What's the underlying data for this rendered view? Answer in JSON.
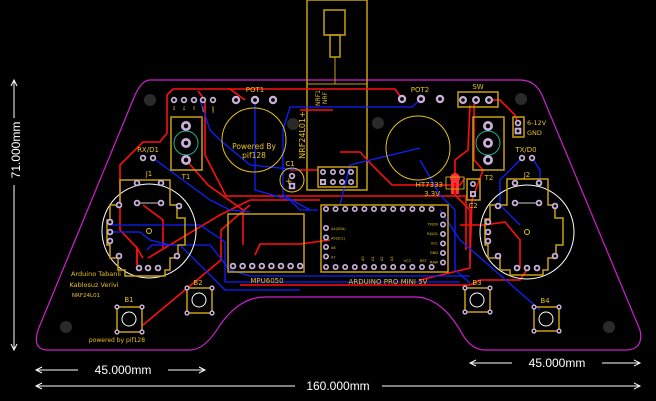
{
  "colors": {
    "background": "#000000",
    "outline": "#d020d0",
    "silkscreen": "#e8c020",
    "top_copper": "#ff1010",
    "bottom_copper": "#1020ff",
    "pad": "#c8b0d8",
    "dimension": "#ffffff",
    "courtyard": "#20b090"
  },
  "dimensions": {
    "height": "71.000mm",
    "left_width": "45.000mm",
    "right_width": "45.000mm",
    "total_width": "160.000mm"
  },
  "components": {
    "pot1": "POT1",
    "pot2": "POT2",
    "sw": "SW",
    "t1": "T1",
    "t2": "T2",
    "c1": "C1",
    "c2": "C2",
    "j1": "J1",
    "j2": "J2",
    "b1": "B1",
    "b2": "B2",
    "b3": "B3",
    "b4": "B4",
    "rx": "RX/D1",
    "tx": "TX/D0",
    "power_in": "6-12V",
    "gnd": "GND",
    "mpu": "MPU6050",
    "arduino": "ARDUINO PRO MINI 5V",
    "nrf_module": "NRF24L01+",
    "nrf1": "NRF1",
    "nrf": "NRF",
    "regulator": "HT7333",
    "regulator_v": "3.3V",
    "header_pins": [
      "D0",
      "D1",
      "A6",
      "VCC",
      "GND"
    ]
  },
  "silk_text": {
    "powered_circle_1": "Powered By",
    "powered_circle_2": "pif128",
    "title_1": "Arduino Tabanli",
    "title_2": "Kablosuz Verivi",
    "title_3": "NRF24L01",
    "footer": "powered by pif128"
  },
  "arduino_pins": {
    "right": [
      "TX/D0",
      "RX/D1",
      "VCC",
      "GND",
      "RAW"
    ],
    "left": [
      "A4(SDA)",
      "A5(SCL)",
      "A6",
      "A7"
    ],
    "bottom": [
      "A0",
      "A1",
      "A2",
      "A3",
      "VCC",
      "RST"
    ]
  }
}
